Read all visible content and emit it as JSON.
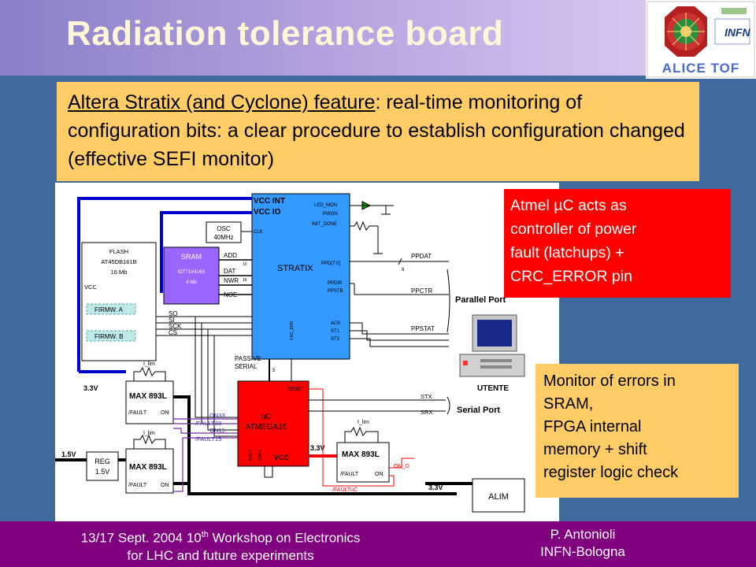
{
  "title": "Radiation tolerance board",
  "logo": {
    "text": "ALICE TOF",
    "small_text": "INFN"
  },
  "callout_top": {
    "underlined": "Altera Stratix (and Cyclone) feature",
    "rest": ": real-time monitoring of configuration bits: a clear procedure to establish configuration changed (effective SEFI monitor)"
  },
  "red_callout": {
    "line1": "Atmel µC acts as",
    "line2": "controller of power",
    "line3": "fault (latchups) +",
    "line4": "CRC_ERROR pin"
  },
  "yellow_callout": {
    "line1": "Monitor of errors in",
    "line2": "SRAM,",
    "line3": "FPGA internal",
    "line4": "memory + shift",
    "line5": "register logic check"
  },
  "diagram": {
    "stratix": {
      "vcc_int": "VCC INT",
      "vcc_io": "VCC IO",
      "name": "STRATIX",
      "led_mon": "LED_MON",
      "pwon": "PWON",
      "init_done": "INIT_DONE",
      "clk": "CLK",
      "ppd": "PPD[7:0]",
      "ppdir": "PPDIR",
      "ppstb": "PPSTB",
      "ack": "ACK",
      "st1": "ST1",
      "st2": "ST2",
      "crc_err": "CRC_ERR"
    },
    "osc": {
      "line1": "OSC",
      "line2": "40MHz"
    },
    "flash": {
      "line1": "FLASH",
      "line2": "AT45DB161B",
      "line3": "16 Mb",
      "vcc": "VCC",
      "firm_a": "FIRMW. A",
      "firm_b": "FIRMW. B"
    },
    "sram": {
      "line1": "SRAM",
      "line2": "IDT71V416S",
      "line3": "4 Mb"
    },
    "sram_signals": {
      "add": "ADD",
      "dat": "DAT",
      "nwr": "NWR",
      "noe": "NOE",
      "bus16a": "16",
      "bus16b": "16"
    },
    "spi": {
      "so": "SO",
      "si": "SI",
      "sck": "SCK",
      "cs": "CS"
    },
    "passive_serial": {
      "line1": "PASSIVE",
      "line2": "SERIAL"
    },
    "bus5": "5",
    "bus8": "8",
    "uc": {
      "line1": "uC",
      "line2": "ATMEGA16",
      "reset": "RESET",
      "xtal1": "XTAL1",
      "xtal2": "XTAL2",
      "vcc": "VCC"
    },
    "max1": {
      "name": "MAX 893L",
      "fault": "/FAULT",
      "on": "ON",
      "ilim": "I_lim"
    },
    "max2": {
      "name": "MAX 893L",
      "fault": "/FAULT",
      "on": "ON",
      "ilim": "I_lim"
    },
    "max3": {
      "name": "MAX 893L",
      "fault": "/FAULT",
      "on": "ON",
      "ilim": "I_lim"
    },
    "nets": {
      "on33": "ON33",
      "fault33": "/FAULT33",
      "on15": "ON15",
      "fault15": "/FAULT15",
      "on_g": "ON_G",
      "faultuc": "/FAULTuC"
    },
    "reg": {
      "line1": "REG",
      "line2": "1.5V"
    },
    "alim": "ALIM",
    "v33a": "3.3V",
    "v33b": "3.3V",
    "v33c": "3.3V",
    "v15": "1.5V",
    "pp": {
      "ppdat": "PPDAT",
      "ppctr": "PPCTR",
      "ppstat": "PPSTAT",
      "parallel_port": "Parallel Port"
    },
    "serial": {
      "stx": "STX",
      "srx": "SRX",
      "serial_port": "Serial Port"
    },
    "utente": "UTENTE"
  },
  "footer": {
    "left_line1_pre": "13/17 Sept. 2004 10",
    "left_sup": "th",
    "left_line1_post": " Workshop on Electronics",
    "left_line2": "for LHC and future experiments",
    "right_line1": "P. Antonioli",
    "right_line2": "INFN-Bologna"
  }
}
